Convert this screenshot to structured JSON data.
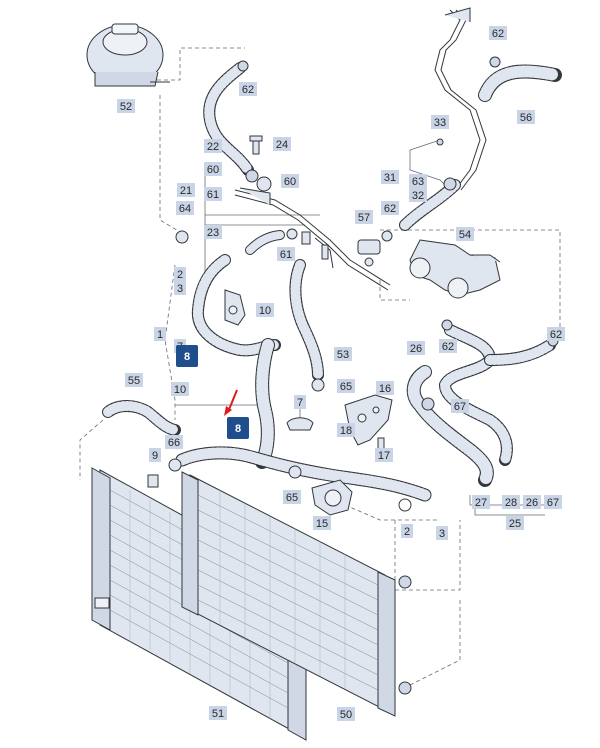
{
  "colors": {
    "part_fill": "#dfe6ef",
    "part_stroke": "#33363c",
    "label_box": "#c9d4e6",
    "label_text": "#2a2a2a",
    "highlight_badge": "#1f4e8c",
    "highlight_arrow": "#e11b1b",
    "leader_line": "#555a60"
  },
  "callouts": [
    {
      "id": "c52",
      "label": "52"
    },
    {
      "id": "c62a",
      "label": "62"
    },
    {
      "id": "c62b",
      "label": "62"
    },
    {
      "id": "c56",
      "label": "56"
    },
    {
      "id": "c33",
      "label": "33"
    },
    {
      "id": "c22",
      "label": "22"
    },
    {
      "id": "c24",
      "label": "24"
    },
    {
      "id": "c60a",
      "label": "60"
    },
    {
      "id": "c60b",
      "label": "60"
    },
    {
      "id": "c21",
      "label": "21"
    },
    {
      "id": "c61a",
      "label": "61"
    },
    {
      "id": "c31",
      "label": "31"
    },
    {
      "id": "c63",
      "label": "63"
    },
    {
      "id": "c32",
      "label": "32"
    },
    {
      "id": "c64",
      "label": "64"
    },
    {
      "id": "c57",
      "label": "57"
    },
    {
      "id": "c62c",
      "label": "62"
    },
    {
      "id": "c23",
      "label": "23"
    },
    {
      "id": "c54",
      "label": "54"
    },
    {
      "id": "c61b",
      "label": "61"
    },
    {
      "id": "c2a",
      "label": "2"
    },
    {
      "id": "c3a",
      "label": "3"
    },
    {
      "id": "c10a",
      "label": "10"
    },
    {
      "id": "c1",
      "label": "1"
    },
    {
      "id": "c7a",
      "label": "7"
    },
    {
      "id": "c53",
      "label": "53"
    },
    {
      "id": "c62d",
      "label": "62"
    },
    {
      "id": "c62e",
      "label": "62"
    },
    {
      "id": "c26a",
      "label": "26"
    },
    {
      "id": "c10b",
      "label": "10"
    },
    {
      "id": "c55",
      "label": "55"
    },
    {
      "id": "c65a",
      "label": "65"
    },
    {
      "id": "c16",
      "label": "16"
    },
    {
      "id": "c7b",
      "label": "7"
    },
    {
      "id": "c67a",
      "label": "67"
    },
    {
      "id": "c18",
      "label": "18"
    },
    {
      "id": "c66",
      "label": "66"
    },
    {
      "id": "c9",
      "label": "9"
    },
    {
      "id": "c17",
      "label": "17"
    },
    {
      "id": "c65b",
      "label": "65"
    },
    {
      "id": "c15",
      "label": "15"
    },
    {
      "id": "c27",
      "label": "27"
    },
    {
      "id": "c28",
      "label": "28"
    },
    {
      "id": "c26b",
      "label": "26"
    },
    {
      "id": "c67b",
      "label": "67"
    },
    {
      "id": "c25",
      "label": "25"
    },
    {
      "id": "c2b",
      "label": "2"
    },
    {
      "id": "c3b",
      "label": "3"
    },
    {
      "id": "c51",
      "label": "51"
    },
    {
      "id": "c50",
      "label": "50"
    }
  ],
  "highlights": [
    {
      "id": "h8a",
      "label": "8"
    },
    {
      "id": "h8b",
      "label": "8"
    }
  ]
}
